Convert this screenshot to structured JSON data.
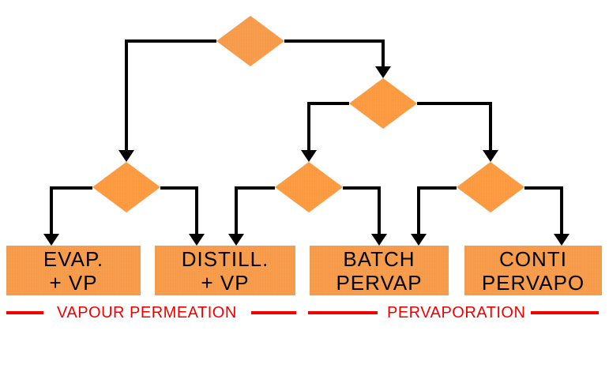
{
  "colors": {
    "node_fill": "#F99C4A",
    "node_stripe_a": "#FD9636",
    "node_stripe_b": "#F7A660",
    "connector": "#000000",
    "box_text": "#000000",
    "footer_red": "#F20000",
    "background": "#FFFFFF"
  },
  "tree": {
    "decision_nodes": [
      {
        "id": "root-decision"
      },
      {
        "id": "right-decision"
      },
      {
        "id": "left-leaf-decision"
      },
      {
        "id": "middle-leaf-decision"
      },
      {
        "id": "right-leaf-decision"
      }
    ],
    "result_boxes": [
      {
        "line1": "EVAP.",
        "line2": "+ VP"
      },
      {
        "line1": "DISTILL.",
        "line2": "+ VP"
      },
      {
        "line1": "BATCH",
        "line2": "PERVAP"
      },
      {
        "line1": "CONTI",
        "line2": "PERVAPO"
      }
    ]
  },
  "footer": {
    "left_label": "VAPOUR PERMEATION",
    "right_label": "PERVAPORATION"
  }
}
